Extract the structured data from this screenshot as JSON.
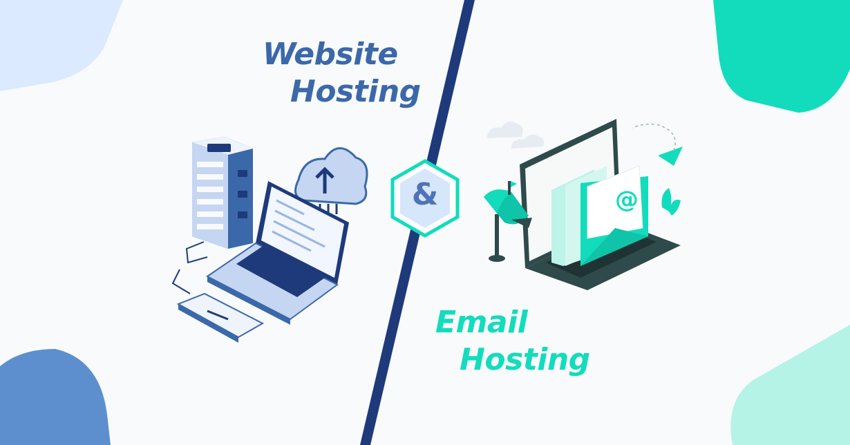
{
  "banner": {
    "left_heading": [
      "Website",
      "Hosting"
    ],
    "right_heading": [
      "Email",
      "Hosting"
    ],
    "connector": "&"
  },
  "colors": {
    "blue": "#3b68a9",
    "navy": "#1e3a7a",
    "teal": "#12dcbc",
    "light_blue": "#dbeafe",
    "background": "#f8fafc"
  },
  "icons": [
    "server-rack-icon",
    "cloud-upload-icon",
    "laptop-icon",
    "mobile-device-icon",
    "mailbox-icon",
    "envelope-icon",
    "paper-plane-icon",
    "plant-icon"
  ]
}
